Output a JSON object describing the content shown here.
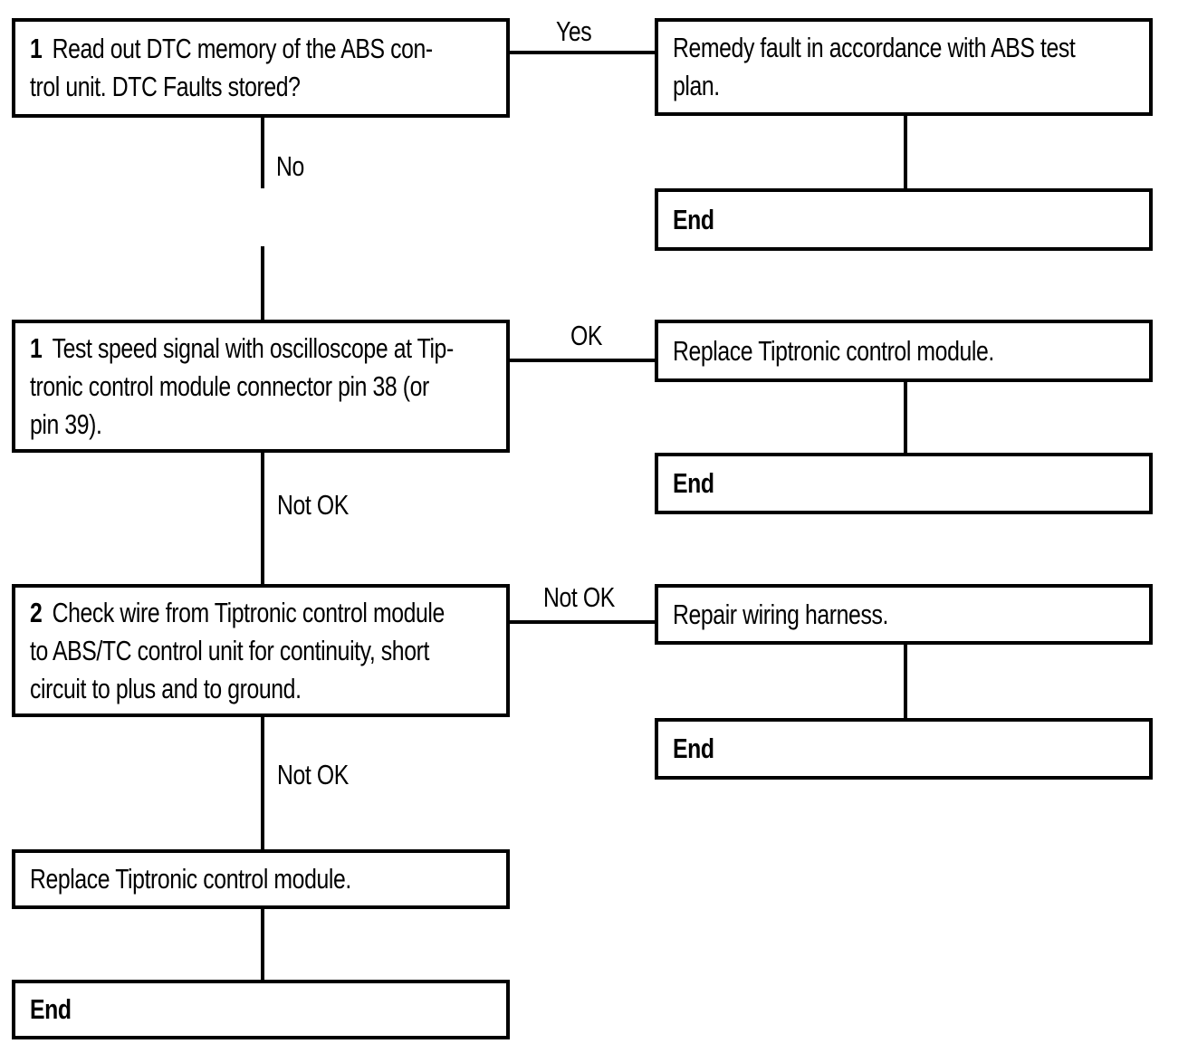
{
  "colors": {
    "ink": "#000000",
    "paper": "#ffffff"
  },
  "nodes": {
    "read_dtc": {
      "number": "1",
      "lines": [
        "Read out DTC memory of the ABS con-",
        "trol unit. DTC Faults stored?"
      ]
    },
    "remedy_fault": {
      "lines": [
        "Remedy fault in accordance with ABS test",
        "plan."
      ]
    },
    "end_right_1": {
      "label": "End"
    },
    "test_speed": {
      "number": "1",
      "lines": [
        "Test speed signal with oscilloscope at Tip-",
        "tronic control module connector pin 38 (or",
        "pin 39)."
      ]
    },
    "replace_right": {
      "label": "Replace Tiptronic control module."
    },
    "end_right_2": {
      "label": "End"
    },
    "check_wire": {
      "number": "2",
      "lines": [
        "Check wire from Tiptronic control module",
        "to ABS/TC control unit for continuity, short",
        "circuit to plus and to ground."
      ]
    },
    "repair_harness": {
      "label": "Repair wiring harness."
    },
    "end_right_3": {
      "label": "End"
    },
    "replace_left": {
      "label": "Replace Tiptronic control module."
    },
    "end_left": {
      "label": "End"
    }
  },
  "edge_labels": {
    "yes": "Yes",
    "no": "No",
    "ok": "OK",
    "not_ok_test_speed": "Not OK",
    "not_ok_check_wire_horizontal": "Not OK",
    "not_ok_check_wire_vertical": "Not OK"
  }
}
